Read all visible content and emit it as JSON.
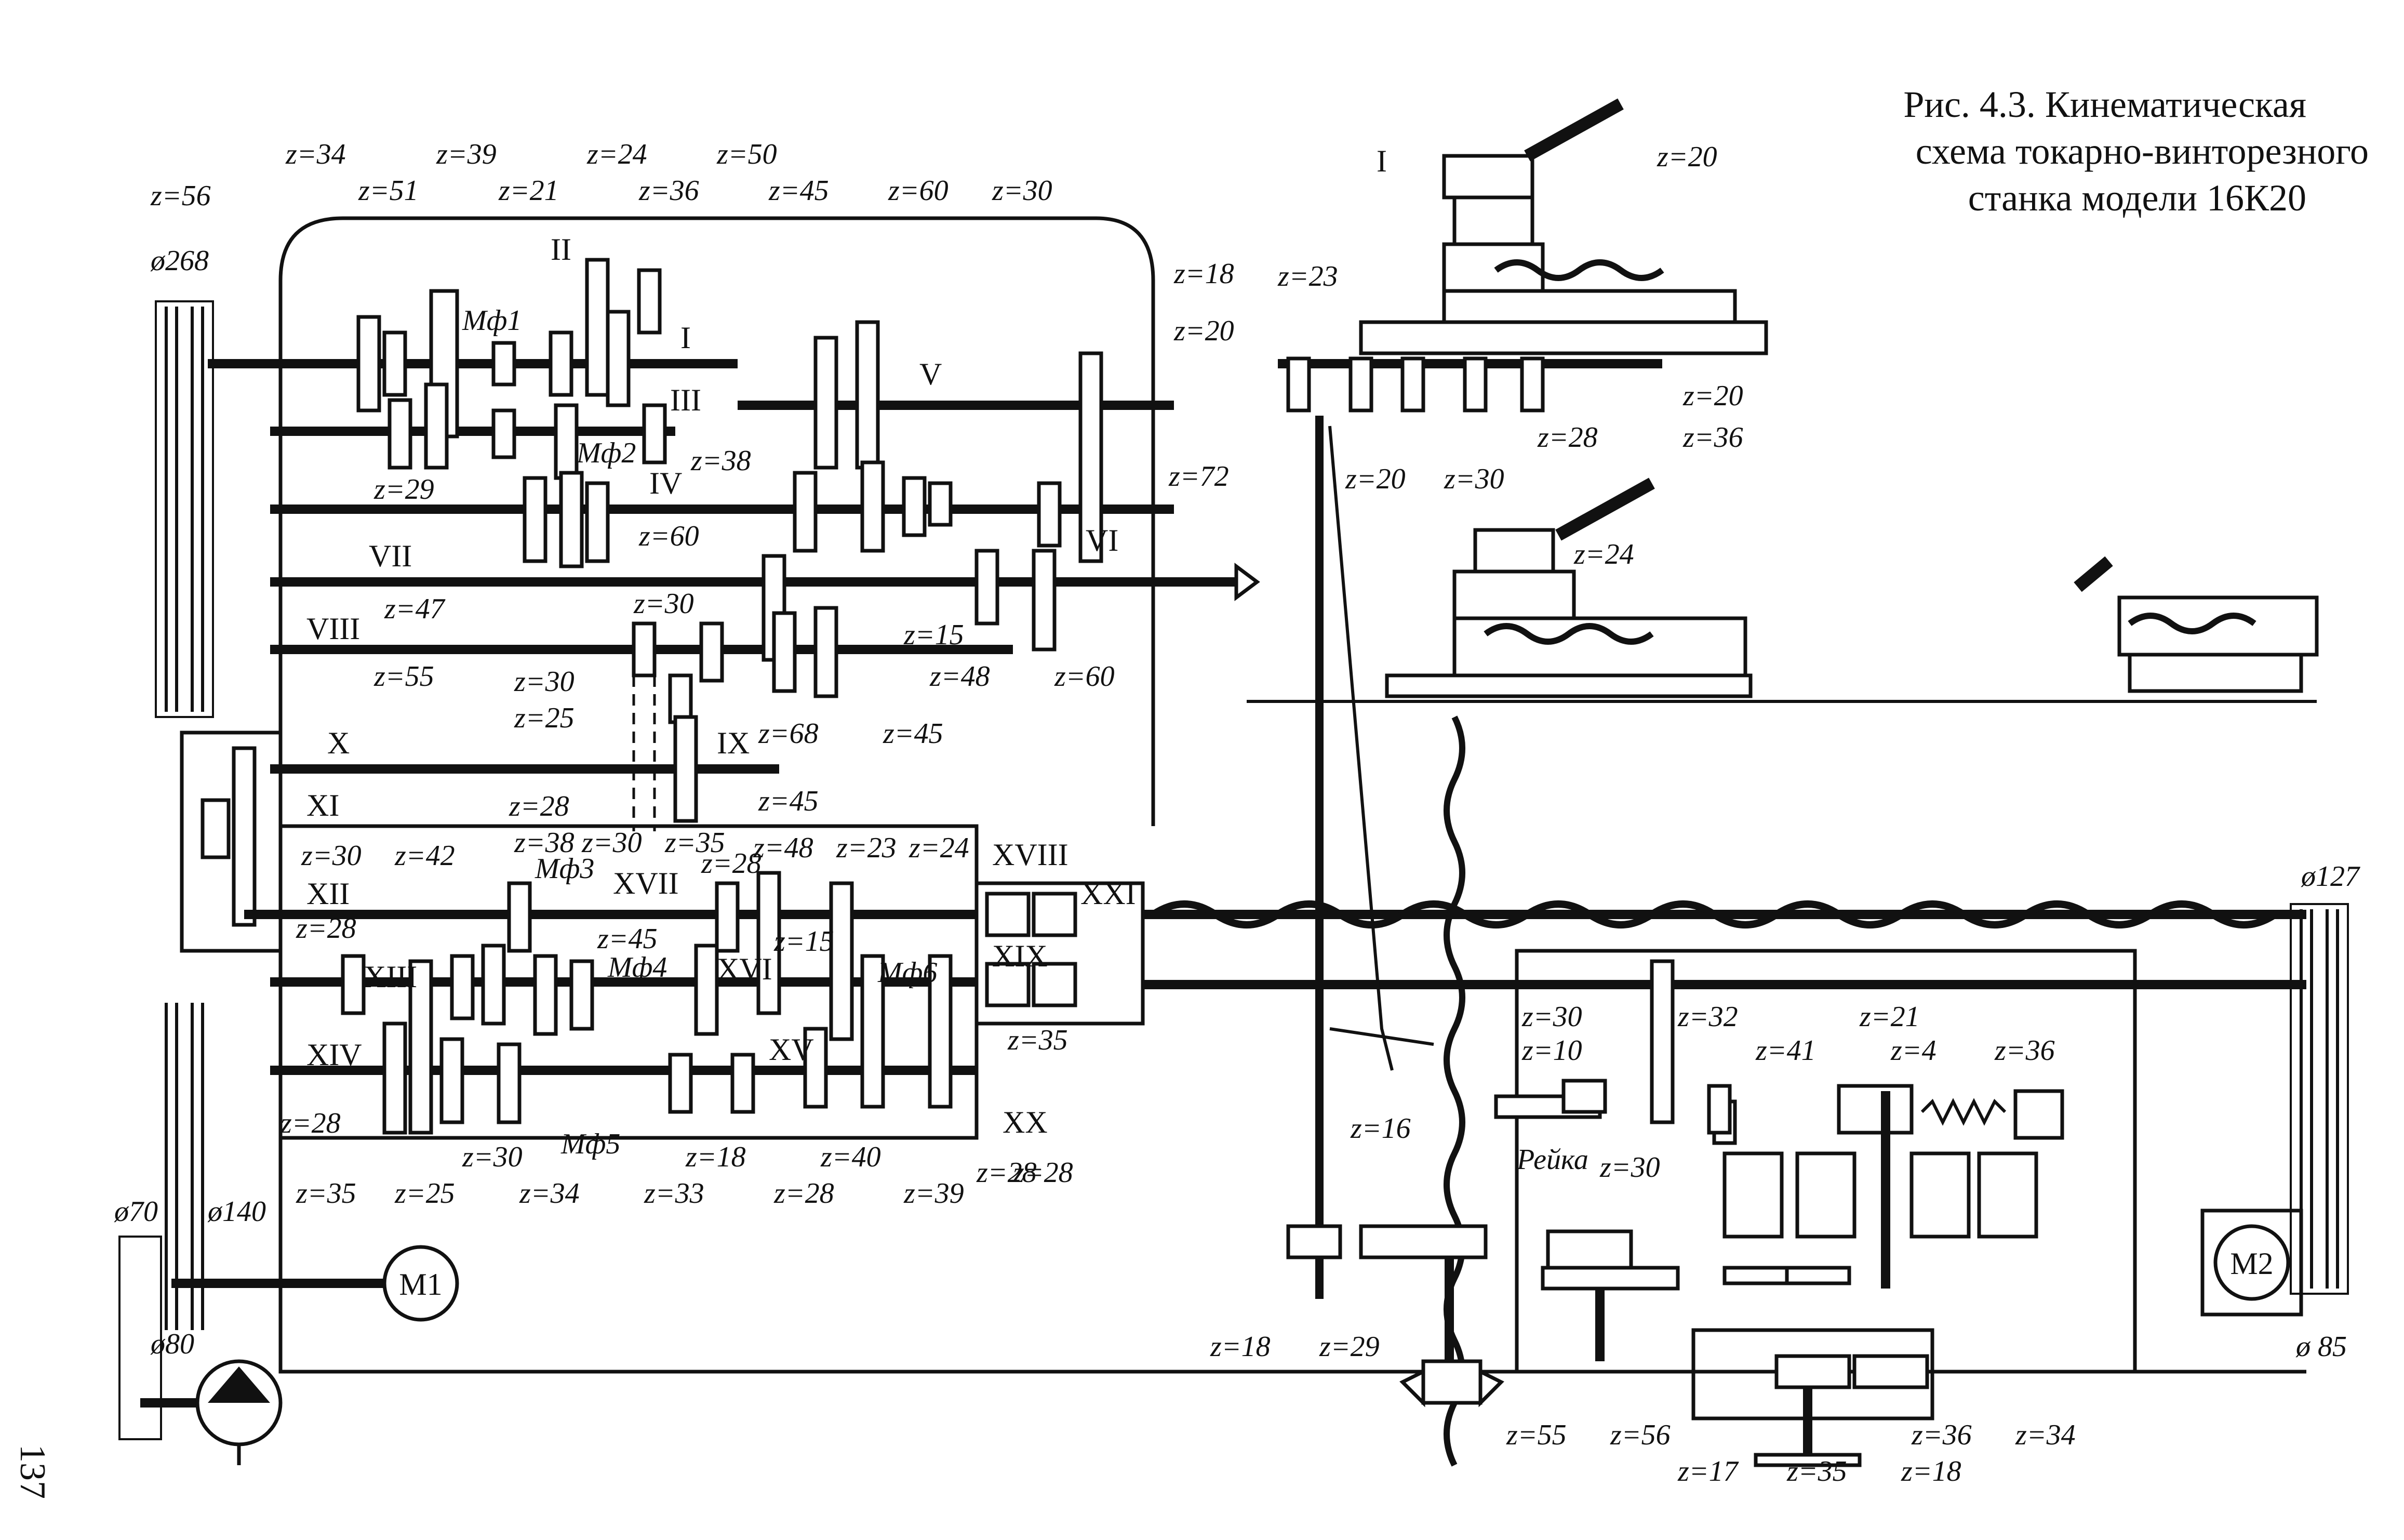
{
  "title": {
    "line1": "Рис. 4.3. Кинематическая",
    "line2": "схема токарно-винторезного",
    "line3": "станка модели 16К20"
  },
  "page_number": "137",
  "motors": {
    "m1": "M1",
    "m2": "M2"
  },
  "pulleys": {
    "d268": "ø268",
    "d127": "ø127",
    "d70": "ø70",
    "d140": "ø140",
    "d80": "ø80",
    "d85": "ø 85"
  },
  "shafts": [
    "I",
    "II",
    "III",
    "IV",
    "V",
    "VI",
    "VII",
    "VIII",
    "IX",
    "X",
    "XI",
    "XII",
    "XIII",
    "XIV",
    "XV",
    "XVI",
    "XVII",
    "XVIII",
    "XIX",
    "XX",
    "XXI"
  ],
  "clutches": [
    "Мф1",
    "Мф2",
    "Мф3",
    "Мф4",
    "Мф5",
    "Мф6"
  ],
  "rack_label": "Рейка",
  "headstock_gears": [
    "z=56",
    "z=34",
    "z=51",
    "z=39",
    "z=21",
    "z=24",
    "z=36",
    "z=50",
    "z=45",
    "z=60",
    "z=30",
    "z=18",
    "z=29",
    "z=38",
    "z=72",
    "z=47",
    "z=55",
    "z=60",
    "z=30",
    "z=30",
    "z=25",
    "z=15",
    "z=48",
    "z=60",
    "z=68",
    "z=45",
    "z=45"
  ],
  "feedbox_gears": [
    "z=28",
    "z=30",
    "z=42",
    "z=38",
    "z=30",
    "z=35",
    "z=28",
    "z=48",
    "z=23",
    "z=24",
    "z=28",
    "z=45",
    "z=15",
    "z=35",
    "z=28",
    "z=28",
    "z=30",
    "z=34",
    "z=33",
    "z=18",
    "z=28",
    "z=40",
    "z=39",
    "z=28",
    "z=35",
    "z=25"
  ],
  "carriage_gears": [
    "z=20",
    "z=23",
    "z=20",
    "z=20",
    "z=20",
    "z=30",
    "z=28",
    "z=36",
    "z=24"
  ],
  "apron_gears": [
    "z=30",
    "z=32",
    "z=10",
    "z=21",
    "z=41",
    "z=4",
    "z=36",
    "z=30",
    "z=16",
    "z=18",
    "z=29",
    "z=55",
    "z=56",
    "z=17",
    "z=35",
    "z=18",
    "z=36",
    "z=34"
  ]
}
